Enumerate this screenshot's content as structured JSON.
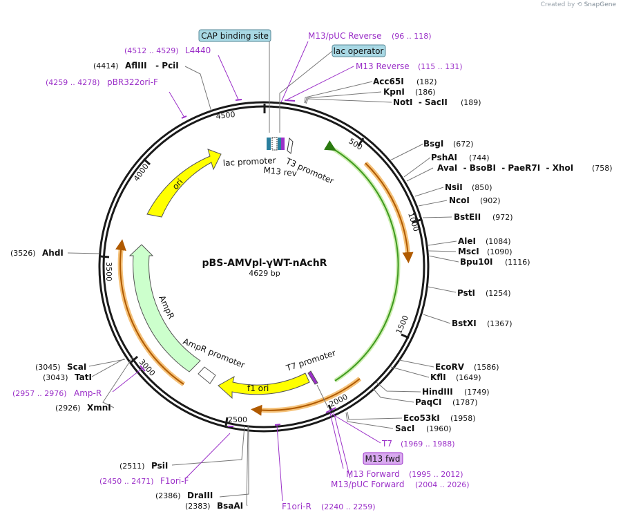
{
  "credit": {
    "prefix": "Created by",
    "brand": "SnapGene"
  },
  "plasmid": {
    "name": "pBS-AMVpl-γWT-nAchR",
    "length": "4629 bp"
  },
  "ticks": [
    "500",
    "1000",
    "1500",
    "2000",
    "2500",
    "3000",
    "3500",
    "4000",
    "4500"
  ],
  "boxed_labels": {
    "cap": "CAP binding site",
    "lacop": "lac operator",
    "m13fwd": "M13 fwd"
  },
  "features": {
    "lac_promoter": "lac promoter",
    "m13_rev": "M13 rev",
    "t3_promoter": "T3 promoter",
    "t7_promoter": "T7 promoter",
    "f1_ori": "f1 ori",
    "ampr": "AmpR",
    "ampr_promoter": "AmpR promoter",
    "ori": "ori"
  },
  "sites": {
    "acc65i": {
      "name": "Acc65I",
      "pos": "(182)"
    },
    "kpni": {
      "name": "KpnI",
      "pos": "(186)"
    },
    "noti": {
      "name": "NotI  - SacII",
      "pos": "(189)"
    },
    "bsgi": {
      "name": "BsgI",
      "pos": "(672)"
    },
    "pshai": {
      "name": "PshAI",
      "pos": "(744)"
    },
    "avai": {
      "name": "AvaI  - BsoBI  - PaeR7I  - XhoI",
      "pos": "(758)"
    },
    "nsii": {
      "name": "NsiI",
      "pos": "(850)"
    },
    "ncoi": {
      "name": "NcoI",
      "pos": "(902)"
    },
    "bsteii": {
      "name": "BstEII",
      "pos": "(972)"
    },
    "alei": {
      "name": "AleI",
      "pos": "(1084)"
    },
    "msci": {
      "name": "MscI",
      "pos": "(1090)"
    },
    "bpu10i": {
      "name": "Bpu10I",
      "pos": "(1116)"
    },
    "psti": {
      "name": "PstI",
      "pos": "(1254)"
    },
    "bstxi": {
      "name": "BstXI",
      "pos": "(1367)"
    },
    "ecorv": {
      "name": "EcoRV",
      "pos": "(1586)"
    },
    "kfli": {
      "name": "KflI",
      "pos": "(1649)"
    },
    "hindiii": {
      "name": "HindIII",
      "pos": "(1749)"
    },
    "paqci": {
      "name": "PaqCI",
      "pos": "(1787)"
    },
    "eco53ki": {
      "name": "Eco53kI",
      "pos": "(1958)"
    },
    "saci": {
      "name": "SacI",
      "pos": "(1960)"
    },
    "psii": {
      "name": "PsiI",
      "pos": "(2511)"
    },
    "draiii": {
      "name": "DraIII",
      "pos": "(2386)"
    },
    "bsaai": {
      "name": "BsaAI",
      "pos": "(2383)"
    },
    "xmni": {
      "name": "XmnI",
      "pos": "(2926)"
    },
    "tati": {
      "name": "TatI",
      "pos": "(3043)"
    },
    "scai": {
      "name": "ScaI",
      "pos": "(3045)"
    },
    "ahdi": {
      "name": "AhdI",
      "pos": "(3526)"
    },
    "afliii": {
      "name": "AflIII   - PciI",
      "pos": "(4414)"
    }
  },
  "primers": {
    "m13puc_rev": {
      "name": "M13/pUC Reverse",
      "pos": "(96 .. 118)"
    },
    "m13_rev": {
      "name": "M13 Reverse",
      "pos": "(115 .. 131)"
    },
    "l4440": {
      "name": "L4440",
      "pos": "(4512 .. 4529)"
    },
    "pbr322": {
      "name": "pBR322ori-F",
      "pos": "(4259 .. 4278)"
    },
    "t7": {
      "name": "T7",
      "pos": "(1969 .. 1988)"
    },
    "m13_fwd": {
      "name": "M13 Forward",
      "pos": "(1995 .. 2012)"
    },
    "m13puc_fwd": {
      "name": "M13/pUC Forward",
      "pos": "(2004 .. 2026)"
    },
    "f1ori_r": {
      "name": "F1ori-R",
      "pos": "(2240 .. 2259)"
    },
    "f1ori_f": {
      "name": "F1ori-F",
      "pos": "(2450 .. 2471)"
    },
    "amp_r": {
      "name": "Amp-R",
      "pos": "(2957 .. 2976)"
    }
  },
  "colors": {
    "backbone": "#1a1a1a",
    "insert": "#5cb32a",
    "orf": "#e99a3a",
    "ori": "#ffff00",
    "ampr": "#ccffcc",
    "primer": "#9b30c8",
    "label_box": "#a8d8e4",
    "m13fwd_box": "#d9aaf0"
  }
}
